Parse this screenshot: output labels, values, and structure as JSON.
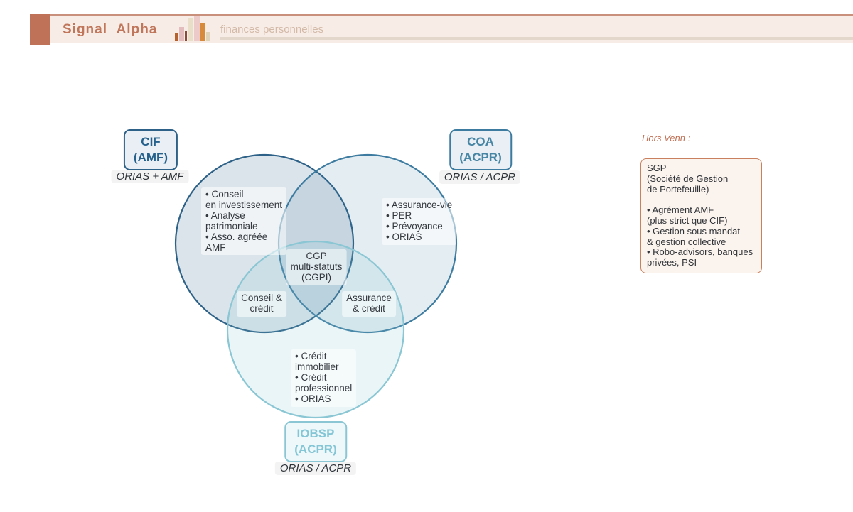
{
  "header": {
    "brand": "Signal Alpha",
    "topic": "finances personnelles",
    "logo_icon": "bar-chart-icon",
    "colors": {
      "accent": "#bf7257",
      "bar_background": "#f7ece6",
      "topic_text": "#d3b9a7",
      "underline": "#e3d6ca"
    }
  },
  "venn": {
    "sets": [
      {
        "id": "cif",
        "title": "CIF\n(AMF)",
        "sublabel": "ORIAS + AMF",
        "items": "• Conseil\nen investissement\n• Analyse\npatrimoniale\n• Asso. agréée\nAMF",
        "stroke": "#2d6187",
        "fill": "rgba(45,97,135,0.17)",
        "text_color": "#26618c"
      },
      {
        "id": "coa",
        "title": "COA\n(ACPR)",
        "sublabel": "ORIAS / ACPR",
        "items": "• Assurance-vie\n• PER\n• Prévoyance\n• ORIAS",
        "stroke": "#3d7ca0",
        "fill": "rgba(61,124,160,0.14)",
        "text_color": "#4785a4"
      },
      {
        "id": "iobsp",
        "title": "IOBSP\n(ACPR)",
        "sublabel": "ORIAS / ACPR",
        "items": "• Crédit\nimmobilier\n• Crédit\nprofessionnel\n• ORIAS",
        "stroke": "#8ac6d3",
        "fill": "rgba(134,197,211,0.18)",
        "text_color": "#84c6d5"
      }
    ],
    "intersections": {
      "center": "CGP\nmulti-statuts\n(CGPI)",
      "cif_iobsp": "Conseil &\ncrédit",
      "coa_iobsp": "Assurance\n& crédit"
    }
  },
  "aside": {
    "title": "Hors Venn :",
    "sgp": "SGP\n(Société de Gestion\nde Portefeuille)\n\n• Agrément AMF\n (plus strict que CIF)\n• Gestion sous mandat\n & gestion collective\n• Robo-advisors, banques\n privées, PSI",
    "border_color": "#c9805e"
  }
}
